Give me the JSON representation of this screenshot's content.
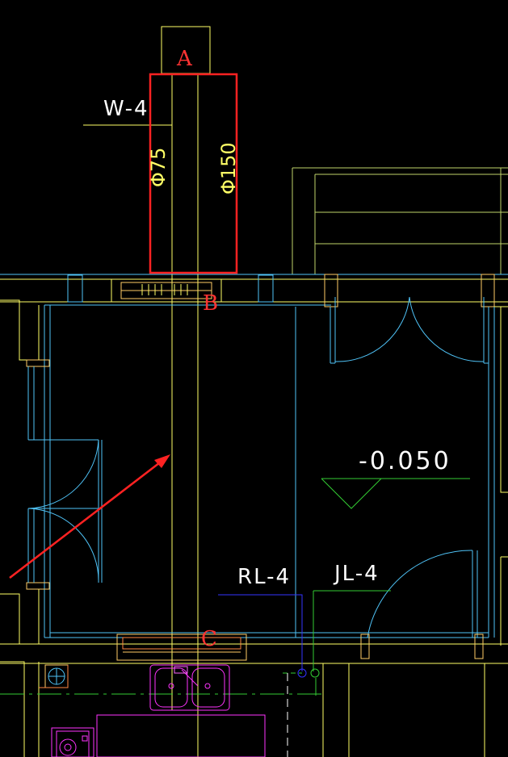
{
  "drawing": {
    "background": "#000000",
    "colors": {
      "wall_cyan": "#4fc3f7",
      "wall_yellow": "#ffff66",
      "pipe_yellow": "#ffff66",
      "balcony_green": "#bfd56a",
      "green_line": "#33cc33",
      "blue_line": "#3333ff",
      "magenta": "#ff33ff",
      "annotation_red": "#ff2222",
      "white": "#ffffff"
    }
  },
  "labels": {
    "pipe_tag": "W-4",
    "pipe_dia_small": "Φ75",
    "pipe_dia_large": "Φ150",
    "elevation": "-0.050",
    "riser_rl": "RL-4",
    "riser_jl": "JL-4"
  },
  "markers": {
    "a": "A",
    "b": "B",
    "c": "C"
  },
  "icons": {
    "arrow": "red-arrow-icon",
    "elevation_symbol": "elevation-triangle-icon",
    "floor_drain": "floor-drain-icon",
    "sink": "sink-icon",
    "washer": "washing-machine-icon"
  }
}
